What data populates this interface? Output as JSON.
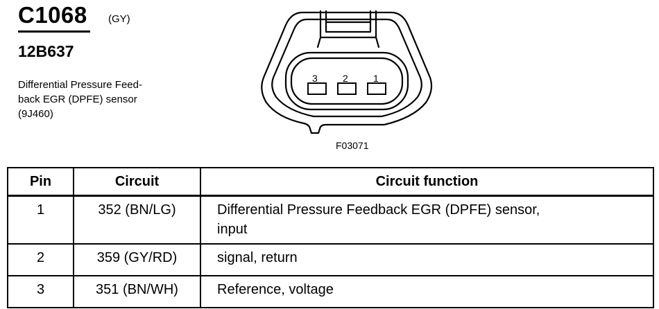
{
  "header": {
    "connector_id": "C1068",
    "connector_color": "(GY)",
    "part_number": "12B637",
    "description_lines": [
      "Differential Pressure Feed-",
      "back EGR (DPFE) sensor",
      "(9J460)"
    ]
  },
  "figure": {
    "pin_labels": [
      "3",
      "2",
      "1"
    ],
    "figure_code": "F03071"
  },
  "table": {
    "columns": [
      "Pin",
      "Circuit",
      "Circuit function"
    ],
    "rows": [
      {
        "pin": "1",
        "circuit": "352 (BN/LG)",
        "function_lines": [
          "Differential Pressure Feedback EGR (DPFE) sensor,",
          "input"
        ]
      },
      {
        "pin": "2",
        "circuit": "359 (GY/RD)",
        "function_lines": [
          "signal, return"
        ]
      },
      {
        "pin": "3",
        "circuit": "351 (BN/WH)",
        "function_lines": [
          "Reference, voltage"
        ]
      }
    ]
  }
}
